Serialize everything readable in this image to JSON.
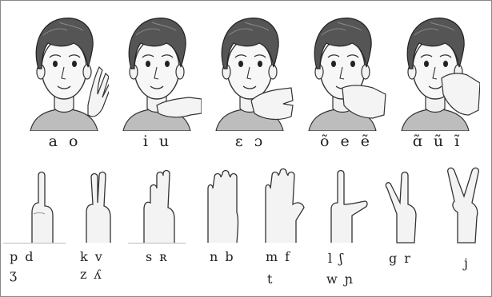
{
  "vowel_groups": [
    {
      "symbols": [
        "a",
        "o"
      ]
    },
    {
      "symbols": [
        "i",
        "u"
      ]
    },
    {
      "symbols": [
        "ɛ",
        "ɔ"
      ]
    },
    {
      "symbols": [
        "õ",
        "e",
        "ẽ"
      ]
    },
    {
      "symbols": [
        "ɑ̃",
        "ũ",
        "ĩ"
      ]
    }
  ],
  "consonant_groups": [
    {
      "row1": [
        "p",
        "d"
      ],
      "row2": [
        "ʒ"
      ]
    },
    {
      "row1": [
        "k",
        "v"
      ],
      "row2": [
        "z",
        "ʎ"
      ]
    },
    {
      "row1": [
        "s",
        "ʀ"
      ],
      "row2": []
    },
    {
      "row1": [
        "n",
        "b"
      ],
      "row2": []
    },
    {
      "row1": [
        "m",
        "f"
      ],
      "row2": [
        "t"
      ]
    },
    {
      "row1": [
        "l",
        "ʃ"
      ],
      "row2": [
        "w",
        "ɲ"
      ]
    },
    {
      "row1": [
        "g",
        "r"
      ],
      "row2": []
    },
    {
      "row1": [
        "j"
      ],
      "row2": []
    }
  ]
}
